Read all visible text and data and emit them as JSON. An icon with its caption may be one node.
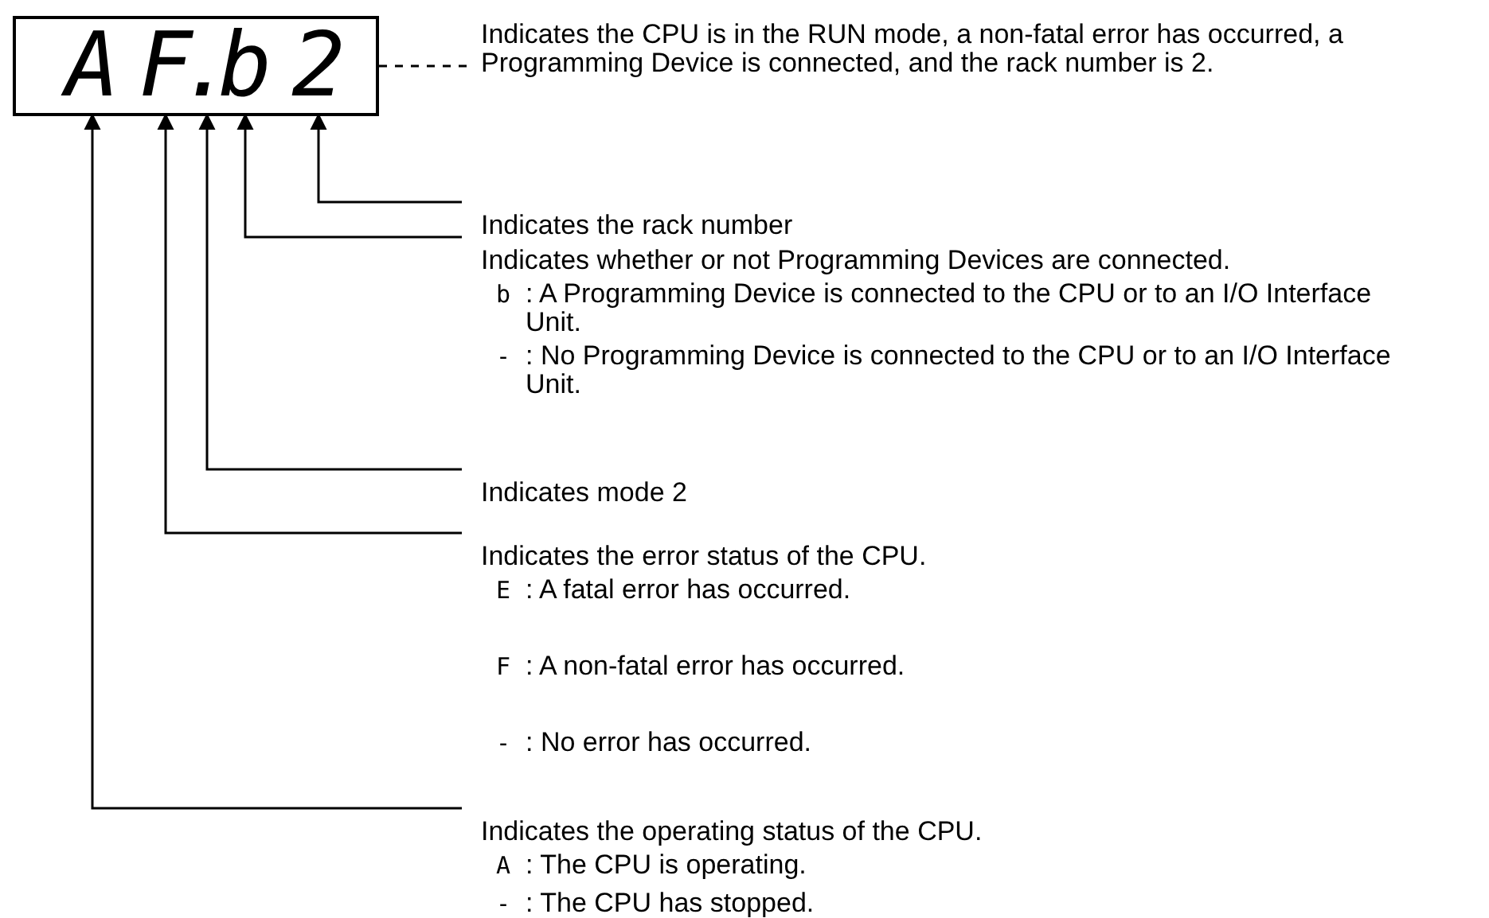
{
  "diagram": {
    "nodes": [
      {
        "text": [],
        "shape": "box"
      },
      {
        "text": [
          "A"
        ],
        "in": 0
      },
      {
        "text": [
          "F"
        ],
        "in": 0
      },
      {
        "text": [
          "."
        ],
        "in": 0
      },
      {
        "text": [
          "b"
        ],
        "in": 0
      },
      {
        "text": [
          "2"
        ],
        "in": 0
      },
      {
        "text": [
          "Indicates the CPU is in the RUN mode, a non-fatal error has occurred, a Programming Device is connected, and the rack number is 2."
        ]
      },
      {
        "text": [
          "Indicates the rack number"
        ]
      },
      {
        "text": [
          "Indicates whether or not Programming Devices are connected.",
          "b",
          ": A Programming Device is connected to the CPU or to an I/O Interface Unit.",
          "-",
          ": No Programming Device is connected to the CPU or to an I/O Interface Unit."
        ]
      },
      {
        "text": [
          "Indicates mode 2"
        ]
      },
      {
        "text": [
          "Indicates the error status of the CPU.",
          "E",
          ": A fatal error has occurred.",
          "F",
          ": A non-fatal error has occurred.",
          "-",
          ": No error has occurred."
        ]
      },
      {
        "text": [
          "Indicates the operating status of the CPU.",
          "A",
          ": The CPU is operating.",
          "-",
          ": The CPU has stopped."
        ]
      }
    ],
    "edges": [
      {
        "from": 0,
        "to": 6,
        "arrow": "none",
        "style": "dashed"
      },
      {
        "from": 7,
        "to": 5,
        "arrow": "to"
      },
      {
        "from": 8,
        "to": 4,
        "arrow": "to"
      },
      {
        "from": 9,
        "to": 3,
        "arrow": "to"
      },
      {
        "from": 10,
        "to": 2,
        "arrow": "to"
      },
      {
        "from": 11,
        "to": 1,
        "arrow": "to"
      }
    ]
  }
}
